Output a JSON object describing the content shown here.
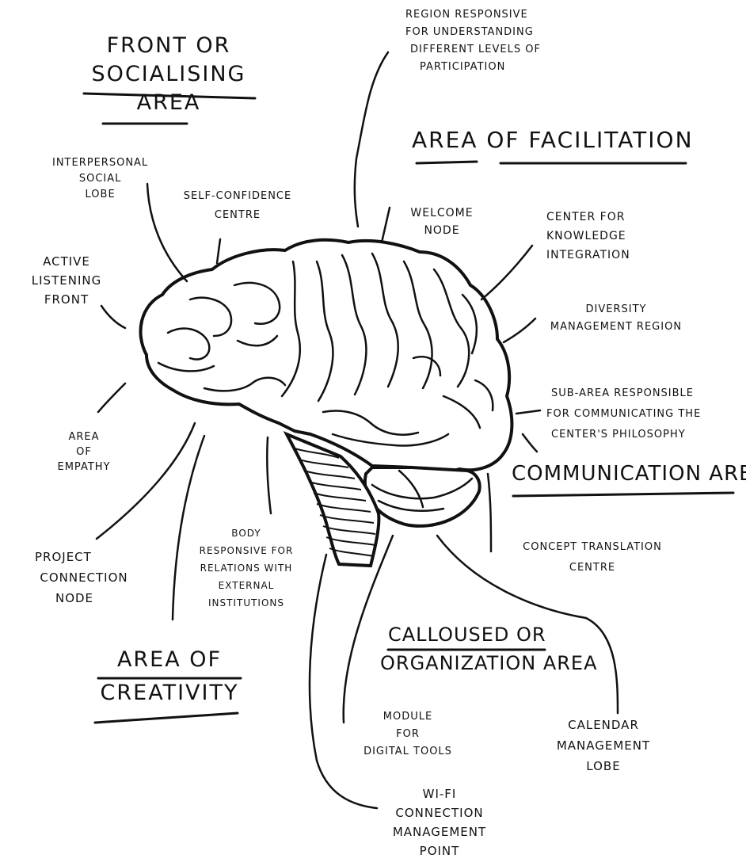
{
  "headings": {
    "front_l1": "FRONT OR",
    "front_l2": "SOCIALISING",
    "front_l3": "AREA",
    "facilitation": "AREA OF FACILITATION",
    "communication": "COMMUNICATION AREA",
    "creativity_l1": "AREA OF",
    "creativity_l2": "CREATIVITY",
    "calloused_l1": "CALLOUSED OR",
    "calloused_l2": "ORGANIZATION AREA"
  },
  "labels": {
    "region_participation": [
      "REGION RESPONSIVE",
      "FOR UNDERSTANDING",
      "DIFFERENT LEVELS OF",
      "PARTICIPATION"
    ],
    "interpersonal": [
      "INTERPERSONAL",
      "SOCIAL",
      "LOBE"
    ],
    "self_confidence": [
      "SELF-CONFIDENCE",
      "CENTRE"
    ],
    "welcome": [
      "WELCOME",
      "NODE"
    ],
    "knowledge": [
      "CENTER FOR",
      "KNOWLEDGE",
      "INTEGRATION"
    ],
    "active_listening": [
      "ACTIVE",
      "LISTENING",
      "FRONT"
    ],
    "diversity": [
      "DIVERSITY",
      "MANAGEMENT REGION"
    ],
    "philosophy": [
      "SUB-AREA RESPONSIBLE",
      "FOR COMMUNICATING THE",
      "CENTER'S PHILOSOPHY"
    ],
    "empathy": [
      "AREA",
      "OF",
      "EMPATHY"
    ],
    "project": [
      "PROJECT",
      "CONNECTION",
      "NODE"
    ],
    "body_relations": [
      "BODY",
      "RESPONSIVE FOR",
      "RELATIONS WITH",
      "EXTERNAL",
      "INSTITUTIONS"
    ],
    "concept": [
      "CONCEPT TRANSLATION",
      "CENTRE"
    ],
    "digital": [
      "MODULE",
      "FOR",
      "DIGITAL TOOLS"
    ],
    "calendar": [
      "CALENDAR",
      "MANAGEMENT",
      "LOBE"
    ],
    "wifi": [
      "WI-FI",
      "CONNECTION",
      "MANAGEMENT",
      "POINT"
    ]
  },
  "colors": {
    "ink": "#111111",
    "paper": "#ffffff"
  }
}
